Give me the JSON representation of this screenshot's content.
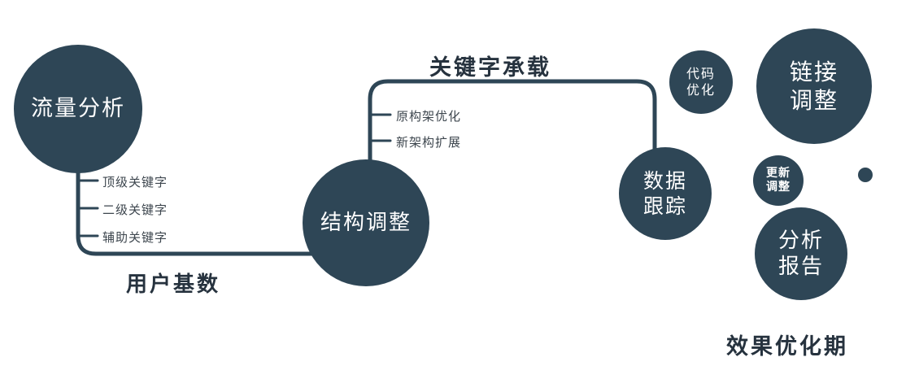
{
  "colors": {
    "node_fill": "#2e4656",
    "connector": "#2e4656",
    "node_text": "#ffffff",
    "edge_label": "#26323e",
    "branch_label": "#3d464e",
    "caption": "#26323e"
  },
  "nodes": {
    "traffic": {
      "label": "流量分析"
    },
    "structure": {
      "label": "结构调整"
    },
    "data_tracking": {
      "lines": [
        "数据",
        "跟踪"
      ]
    },
    "code_optimization": {
      "lines": [
        "代码",
        "优化"
      ]
    },
    "link_adjustment": {
      "lines": [
        "链接",
        "调整"
      ]
    },
    "update_adjustment": {
      "lines": [
        "更新",
        "调整"
      ]
    },
    "analysis_report": {
      "lines": [
        "分析",
        "报告"
      ]
    }
  },
  "edges": {
    "user_base": "用户基数",
    "keyword_load": "关键字承载"
  },
  "branches": {
    "traffic": [
      "顶级关键字",
      "二级关键字",
      "辅助关键字"
    ],
    "structure": [
      "原构架优化",
      "新架构扩展"
    ]
  },
  "caption": "效果优化期"
}
